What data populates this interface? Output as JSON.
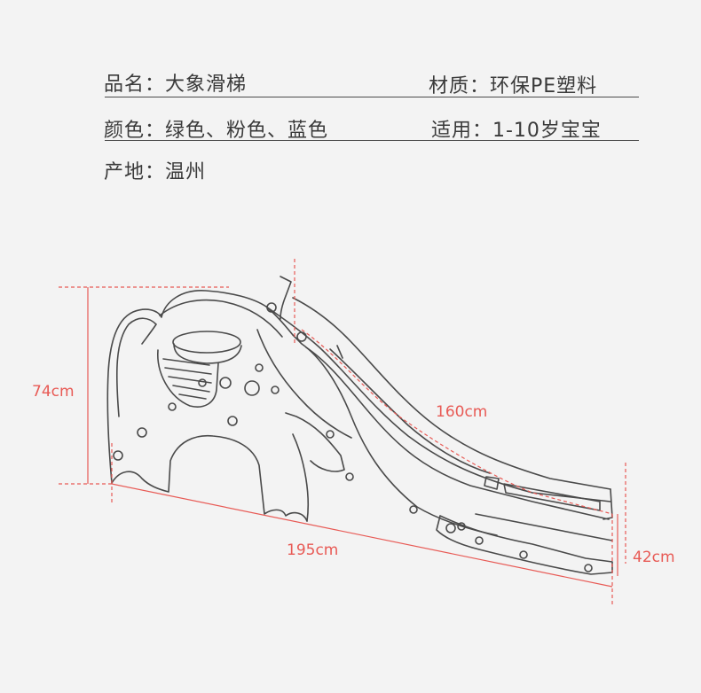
{
  "specs": {
    "name": "品名：大象滑梯",
    "material": "材质：环保PE塑料",
    "color": "颜色：绿色、粉色、蓝色",
    "age": "适用：1-10岁宝宝",
    "origin": "产地：温州"
  },
  "dimensions": {
    "height": "74cm",
    "slide_length": "160cm",
    "total_length": "195cm",
    "end_height": "42cm"
  },
  "colors": {
    "text": "#3a3a3a",
    "dimension": "#e85a55",
    "outline": "#4a4a4a"
  }
}
